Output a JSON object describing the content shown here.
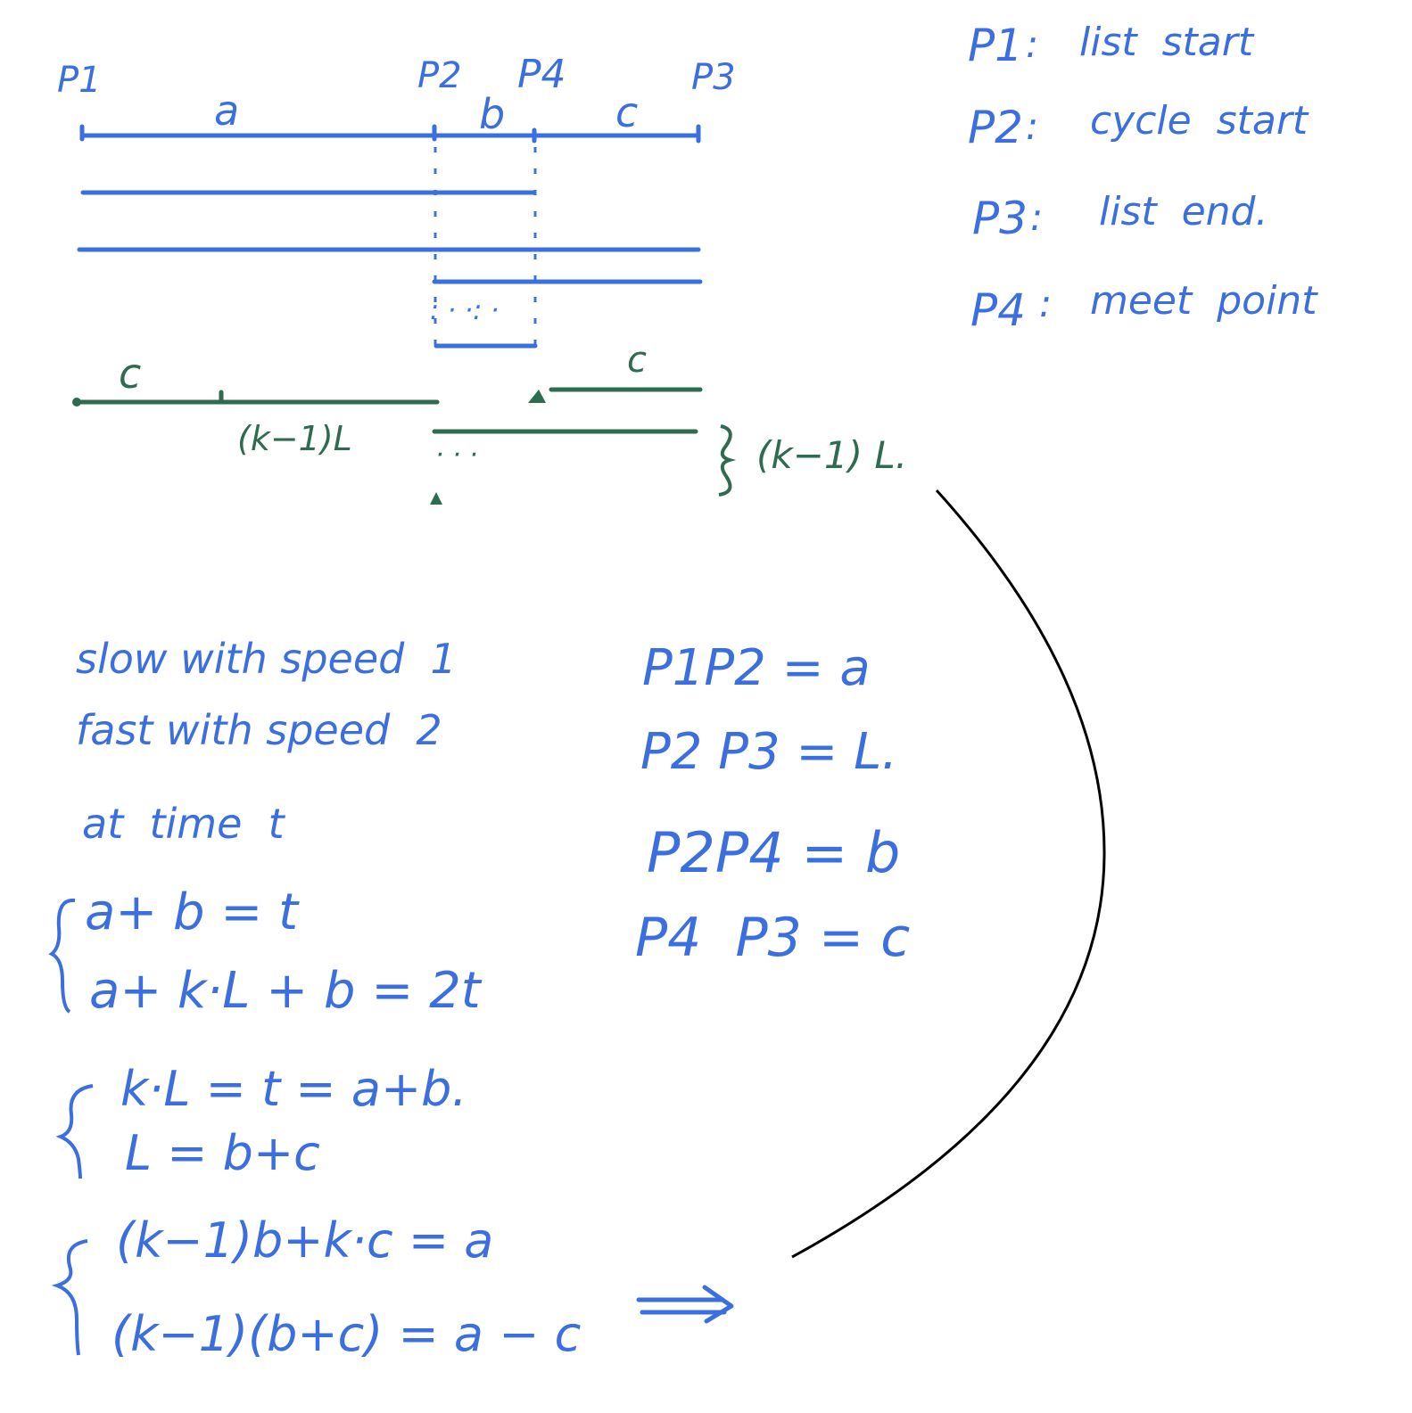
{
  "colors": {
    "ink_blue": "#3b6fe0",
    "ink_green": "#2f6b50",
    "ink_black": "#000000",
    "background": "#ffffff"
  },
  "diagram": {
    "point_labels": [
      "P1",
      "P2",
      "P4",
      "P3"
    ],
    "segment_labels": [
      "a",
      "b",
      "c"
    ],
    "green_labels": {
      "c_left": "c",
      "c_right": "c",
      "k_minus_1_L_under": "(k−1)L",
      "k_minus_1_L_brace": "(k−1) L."
    },
    "dots_blue": ": ·  ·: ·",
    "dots_green": "· ·  ·"
  },
  "legend": [
    {
      "key": "P1",
      "sep": ":",
      "text": "list  start"
    },
    {
      "key": "P2",
      "sep": ":",
      "text": "cycle  start"
    },
    {
      "key": "P3",
      "sep": ":",
      "text": "list  end."
    },
    {
      "key": "P4",
      "sep": ":",
      "text": "meet  point"
    }
  ],
  "notes": {
    "speeds": [
      "slow with speed  1",
      "fast with speed  2"
    ],
    "time": "at  time  t",
    "system1": [
      "a+ b = t",
      "a+ k·L + b = 2t"
    ],
    "system2": [
      "k·L = t = a+b.",
      "L = b+c"
    ],
    "system3": [
      "(k−1)b+k·c = a",
      "(k−1)(b+c) = a − c"
    ],
    "arrow": "⟹"
  },
  "definitions": [
    "P1P2 = a",
    "P2 P3 = L.",
    "P2P4 = b",
    "P4  P3 = c"
  ]
}
